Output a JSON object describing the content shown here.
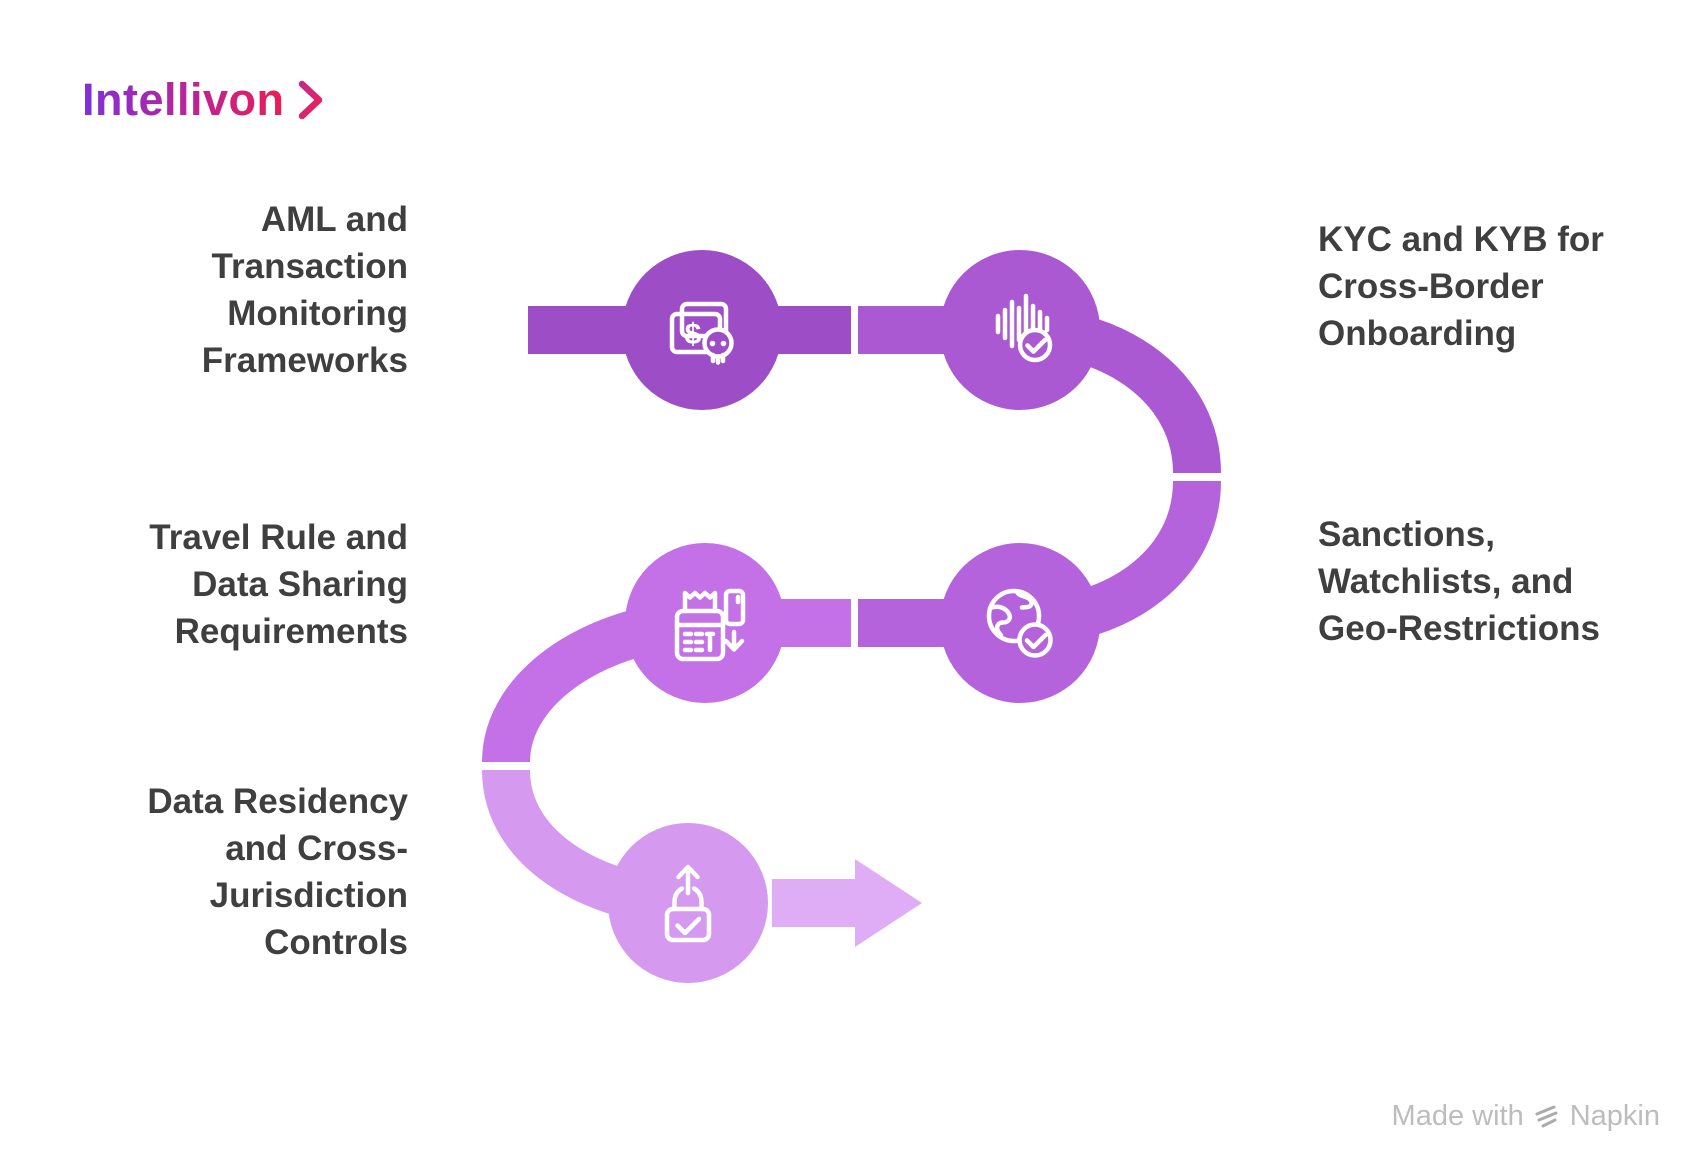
{
  "theme": {
    "background": "#ffffff",
    "text_color": "#3f3f3f",
    "watermark_color": "#bdbdbd"
  },
  "logo": {
    "text": "Intellivon",
    "gradient": [
      "#7f30dc",
      "#b7249c",
      "#ed1c55"
    ],
    "chevron_icon": "chevron-right-icon",
    "chevron_top": "#c12a8d",
    "chevron_bottom": "#ee2150"
  },
  "watermark": {
    "prefix": "Made with",
    "brand": "Napkin",
    "icon": "napkin-stripes-icon"
  },
  "diagram": {
    "type": "snake-flow",
    "nodes": [
      {
        "title": "AML and Transaction Monitoring Frameworks",
        "lines": [
          "AML and",
          "Transaction",
          "Monitoring",
          "Frameworks"
        ],
        "icon": "banknote-skull-icon",
        "color": "#9d4ec6",
        "label_side": "left"
      },
      {
        "title": "KYC and KYB for Cross-Border Onboarding",
        "lines": [
          "KYC and KYB for",
          "Cross-Border",
          "Onboarding"
        ],
        "icon": "voice-waveform-check-icon",
        "color": "#aa59d3",
        "label_side": "right"
      },
      {
        "title": "Sanctions, Watchlists, and Geo-Restrictions",
        "lines": [
          "Sanctions,",
          "Watchlists, and",
          "Geo-Restrictions"
        ],
        "icon": "globe-check-icon",
        "color": "#b563dd",
        "label_side": "right"
      },
      {
        "title": "Travel Rule and Data Sharing Requirements",
        "lines": [
          "Travel Rule and",
          "Data Sharing",
          "Requirements"
        ],
        "icon": "payment-terminal-card-icon",
        "color": "#c470e7",
        "label_side": "left"
      },
      {
        "title": "Data Residency and Cross-Jurisdiction Controls",
        "lines": [
          "Data Residency",
          "and Cross-",
          "Jurisdiction",
          "Controls"
        ],
        "icon": "lock-check-upload-icon",
        "color": "#d59af0",
        "label_side": "left"
      }
    ],
    "arrow_color": "#dfadf6"
  }
}
